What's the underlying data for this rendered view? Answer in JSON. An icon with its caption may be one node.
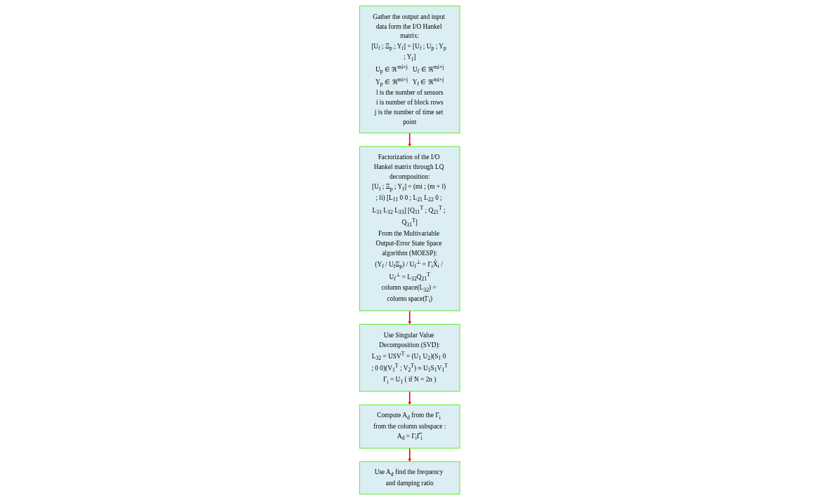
{
  "diagram": {
    "nodes": [
      {
        "text": [
          "Gather the output and input data form the I/O Hankel matrix:",
          "[U$_{f}$ ; Ξ$_{p}$ ; Y$_{f}$] = [U$_{f}$ ; U$_{p}$ ; Y$_{p}$ ; Y$_{f}$]",
          "U$_{p}$ ∈ ℜ$^{mi×j}$   U$_{f}$ ∈ ℜ$^{mi×j}$",
          "Y$_{p}$ ∈ ℜ$^{mi×j}$   Y$_{f}$ ∈ ℜ$^{mi×j}$",
          "l is the number of sensors",
          "i is number of block rows",
          "j is the number of time set point"
        ]
      },
      {
        "text": [
          "Factorization of the I/O Hankel matrix through LQ decomposition:",
          "[U$_{f}$ ; Ξ$_{p}$ ; Y$_{f}$] = (mi ; (m + l) ; li) [L$_{11}$ 0 0 ; L$_{21}$ L$_{22}$ 0 ; L$_{31}$ L$_{32}$ L$_{33}$] [Q$_{11}$$^{T}$ ; Q$_{21}$$^{T}$ ; Q$_{31}$$^{T}$]",
          "From the Multivariable Output-Error State Space algorithm (MOESP):",
          "(Y$_{f}$ / U$_{f}$Ξ$_{p}$) / U$_{f}$$^{⊥}$ = Γ$_{i}$X̃$_{i}$ / U$_{f}$$^{⊥}$ = L$_{32}$Q$_{21}$$^{T}$",
          "column space(L$_{32}$) = column space(Γ$_{i}$)"
        ]
      },
      {
        "text": [
          "Use Singular Value Decomposition (SVD):",
          "L$_{32}$ = USV$^{T}$ = (U$_{1}$ U$_{2}$)(S$_{1}$ 0 ; 0 0)(V$_{1}$$^{T}$ ; V$_{2}$$^{T}$) ≈ U$_{1}$S$_{1}$V$_{1}$$^{T}$",
          "Γ$_{i}$ = U$_{1}$ ( if N = 2n )"
        ]
      },
      {
        "text": [
          "Compute A$_{d}$ from the Γ$_{i}$ from the column subspace :",
          "A$_{d}$ = Γ$_{i}$Γ̅$_{i}$"
        ]
      },
      {
        "text": [
          "Use A$_{d}$ find the frequency and damping ratio"
        ]
      }
    ],
    "edges": [
      {
        "from": 0,
        "to": 1,
        "arrow": "to"
      },
      {
        "from": 1,
        "to": 2,
        "arrow": "to"
      },
      {
        "from": 2,
        "to": 3,
        "arrow": "to"
      },
      {
        "from": 3,
        "to": 4,
        "arrow": "to"
      }
    ]
  }
}
